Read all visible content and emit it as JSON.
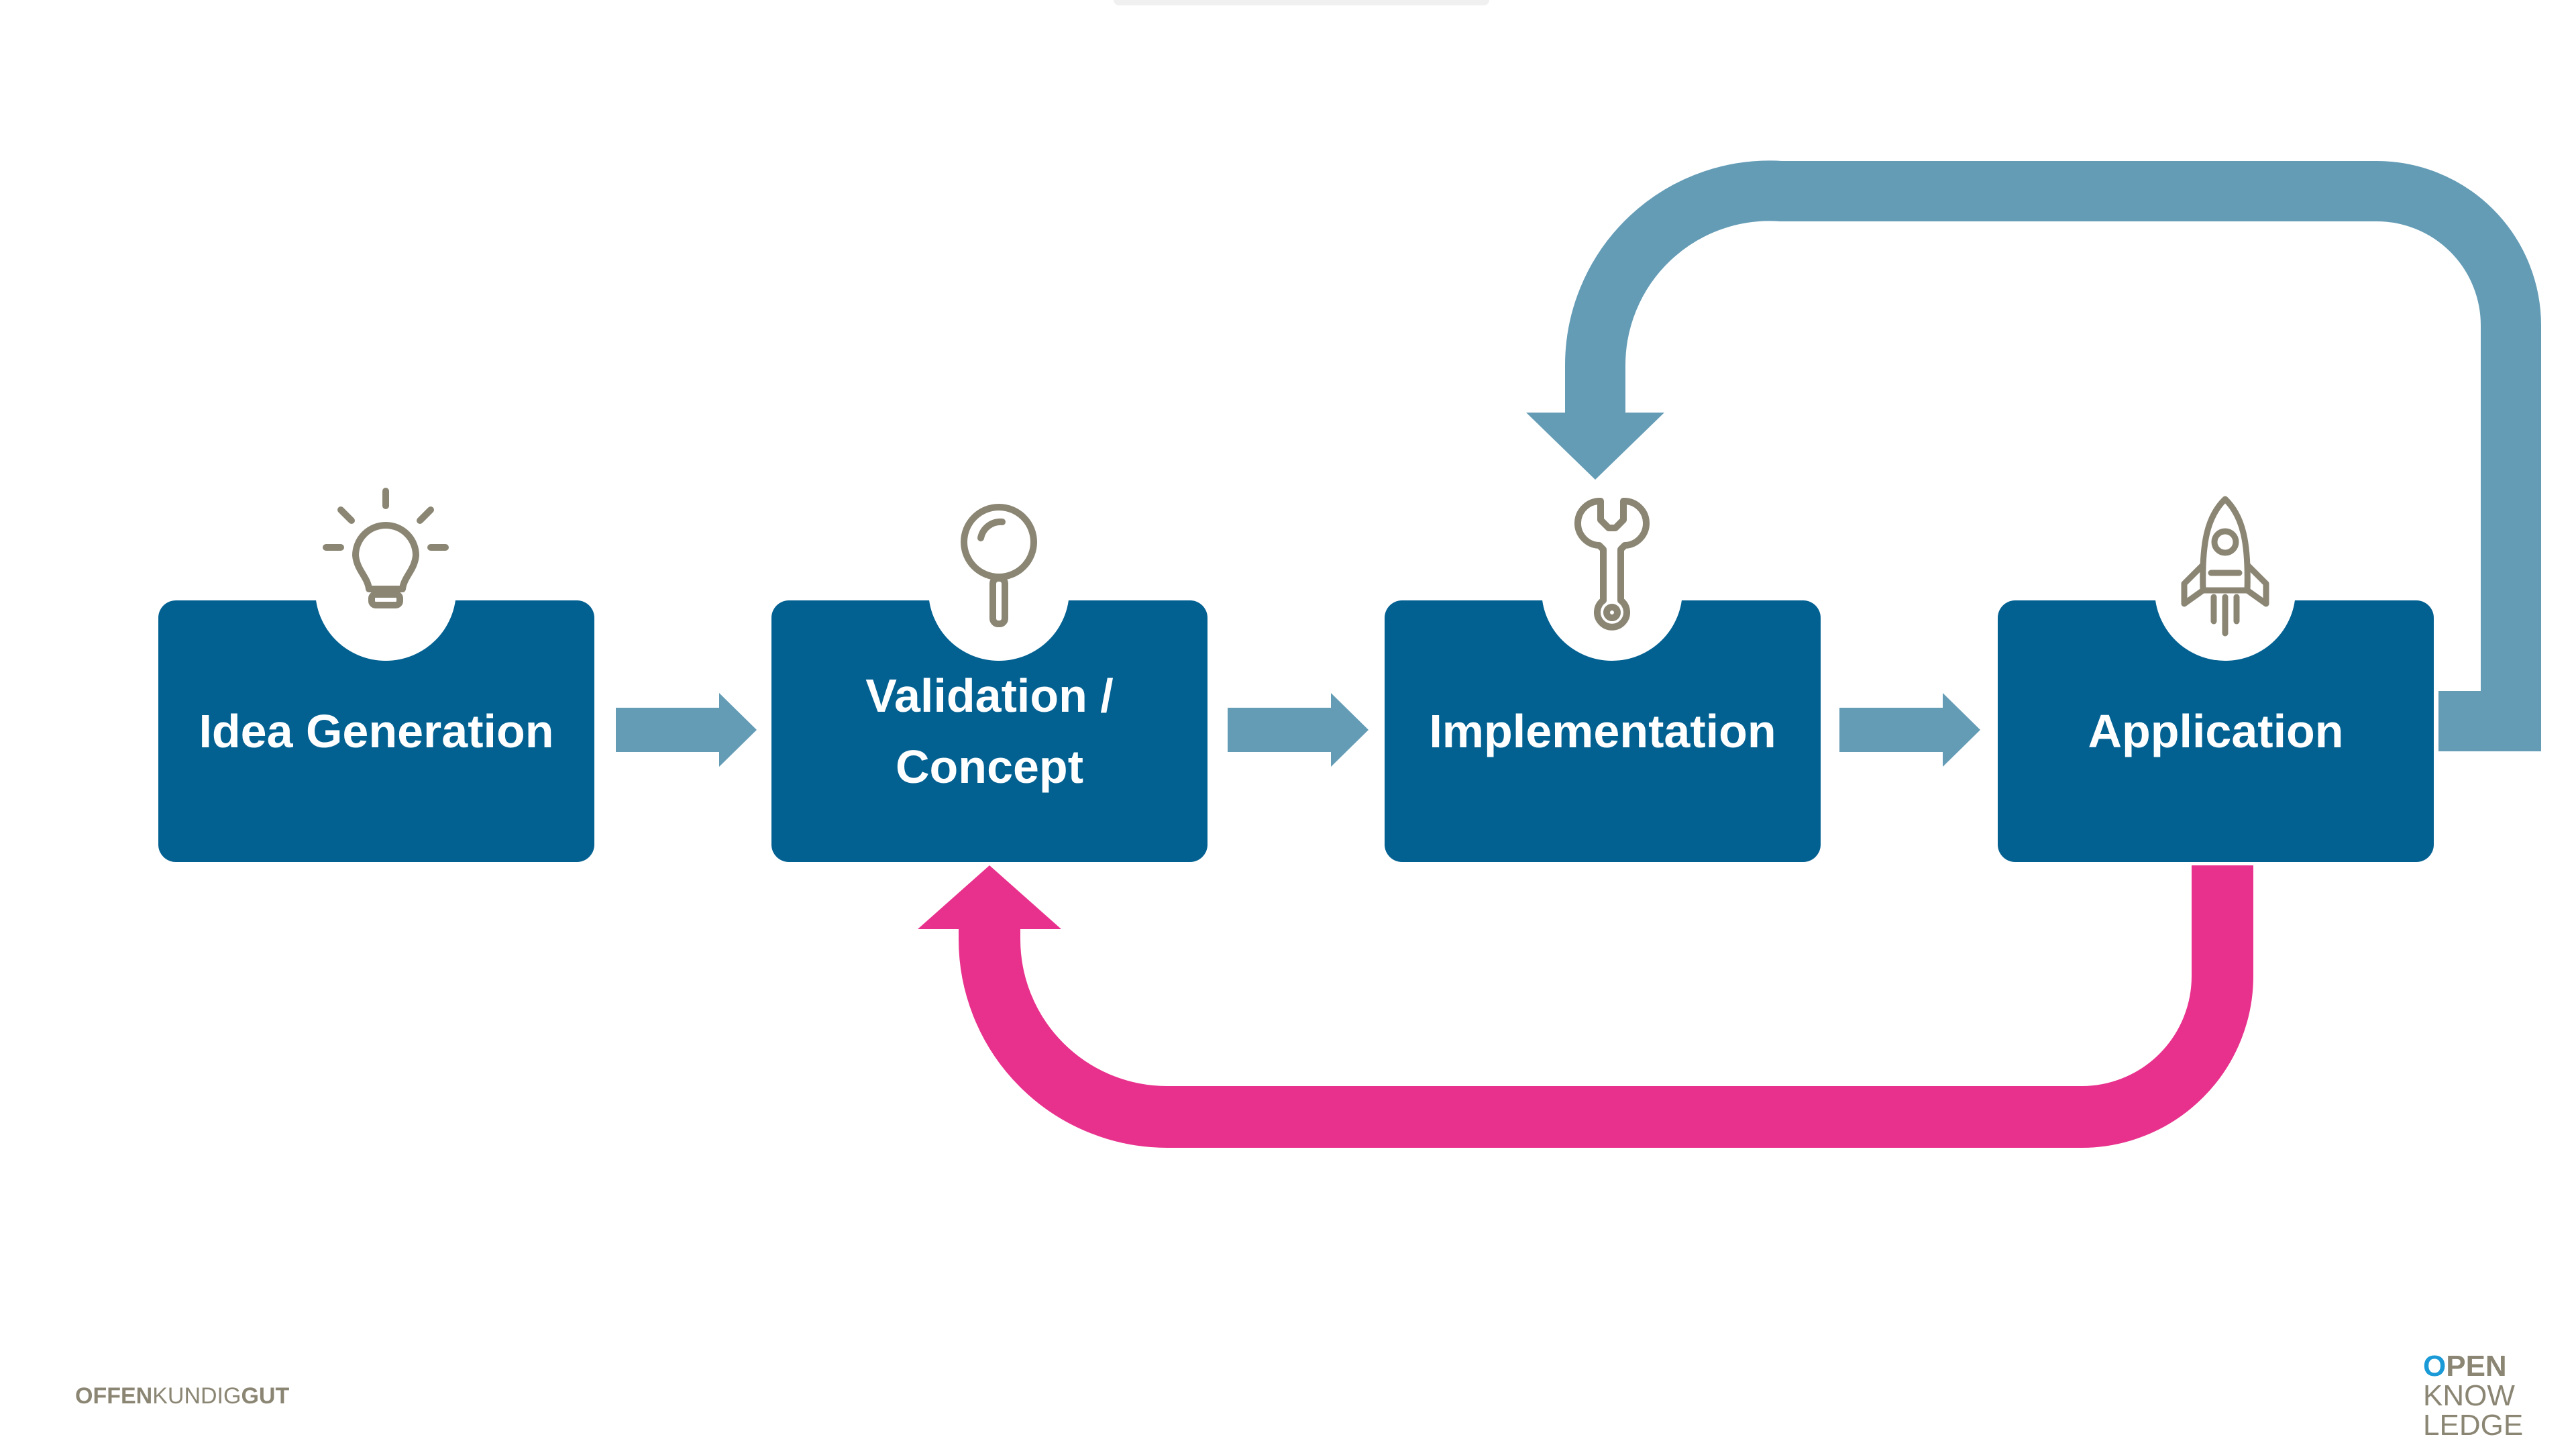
{
  "diagram": {
    "steps": [
      {
        "id": "idea",
        "label": "Idea Generation",
        "icon": "lightbulb-icon"
      },
      {
        "id": "validation",
        "label": "Validation / Concept",
        "label_lines": [
          "Validation /",
          "Concept"
        ],
        "icon": "magnifier-icon"
      },
      {
        "id": "implementation",
        "label": "Implementation",
        "icon": "wrench-icon"
      },
      {
        "id": "application",
        "label": "Application",
        "icon": "rocket-icon"
      }
    ],
    "connectors": [
      {
        "from": "idea",
        "to": "validation",
        "type": "forward-arrow"
      },
      {
        "from": "validation",
        "to": "implementation",
        "type": "forward-arrow"
      },
      {
        "from": "implementation",
        "to": "application",
        "type": "forward-arrow"
      },
      {
        "from": "application",
        "to": "implementation",
        "type": "feedback-loop-top"
      },
      {
        "from": "application",
        "to": "validation",
        "type": "feedback-loop-bottom"
      }
    ]
  },
  "colors": {
    "box": "#036192",
    "arrow": "#649cb6",
    "feedback_top": "#649cb6",
    "feedback_bottom": "#e8318c",
    "icon": "#8b8674",
    "text": "#ffffff"
  },
  "footer": {
    "left_brand": {
      "offen": "OFFEN",
      "kundig": "KUNDIG",
      "gut": "GUT"
    },
    "right_logo": {
      "line1_o": "O",
      "line1_rest": "PEN",
      "line2": "KNOW",
      "line3": "LEDGE"
    }
  }
}
